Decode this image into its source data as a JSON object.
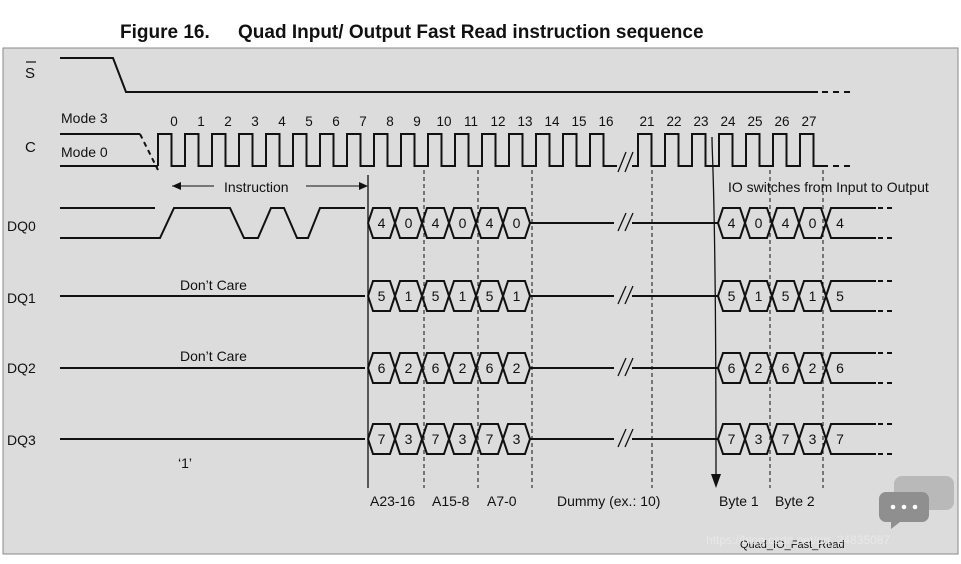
{
  "title_number": "Figure 16.",
  "title_text": "Quad Input/ Output Fast Read instruction sequence",
  "signals": {
    "s": "S",
    "c": "C",
    "dq0": "DQ0",
    "dq1": "DQ1",
    "dq2": "DQ2",
    "dq3": "DQ3"
  },
  "modes": {
    "mode3": "Mode 3",
    "mode0": "Mode 0"
  },
  "clock_numbers": [
    "0",
    "1",
    "2",
    "3",
    "4",
    "5",
    "6",
    "7",
    "8",
    "9",
    "10",
    "11",
    "12",
    "13",
    "14",
    "15",
    "16",
    "21",
    "22",
    "23",
    "24",
    "25",
    "26",
    "27"
  ],
  "labels": {
    "instruction": "Instruction",
    "io_switch": "IO switches from Input to Output",
    "dont_care_1": "Don’t Care",
    "dont_care_2": "Don’t Care",
    "one": "‘1’"
  },
  "lane_bits": {
    "dq0": {
      "addr": [
        "4",
        "0",
        "4",
        "0",
        "4",
        "0"
      ],
      "data": [
        "4",
        "0",
        "4",
        "0",
        "4"
      ]
    },
    "dq1": {
      "addr": [
        "5",
        "1",
        "5",
        "1",
        "5",
        "1"
      ],
      "data": [
        "5",
        "1",
        "5",
        "1",
        "5"
      ]
    },
    "dq2": {
      "addr": [
        "6",
        "2",
        "6",
        "2",
        "6",
        "2"
      ],
      "data": [
        "6",
        "2",
        "6",
        "2",
        "6"
      ]
    },
    "dq3": {
      "addr": [
        "7",
        "3",
        "7",
        "3",
        "7",
        "3"
      ],
      "data": [
        "7",
        "3",
        "7",
        "3",
        "7"
      ]
    }
  },
  "phases": [
    "A23-16",
    "A15-8",
    "A7-0",
    "Dummy (ex.: 10)",
    "Byte 1",
    "Byte 2"
  ],
  "footer_code": "Quad_IO_Fast_Read",
  "watermark_text": "https://blog.csdn.net/qq_24835087",
  "colors": {
    "panel": "#dcdcdc",
    "frame": "#8a8a8a",
    "ink": "#111111"
  }
}
